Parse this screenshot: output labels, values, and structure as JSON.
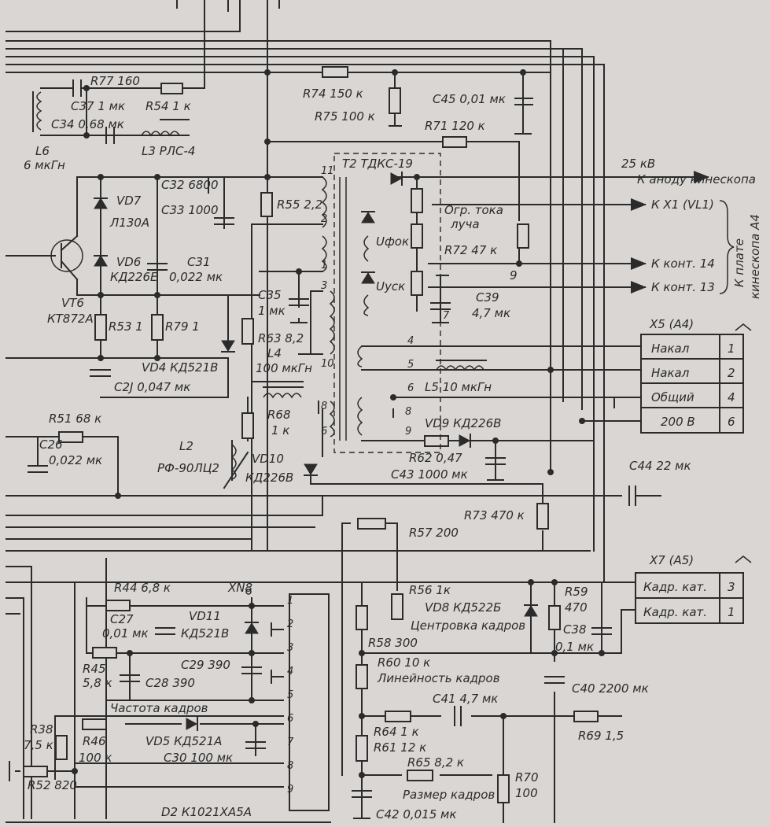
{
  "labels": {
    "r77": "R77  160",
    "c37": "C37  1 мк",
    "r54": "R54  1 к",
    "c34": "C34  0,68 мк",
    "l3": "L3  РЛС-4",
    "l6": "L6",
    "l6v": "6 мкГн",
    "r74": "R74  150 к",
    "r75": "R75  100 к",
    "c45": "C45  0,01 мк",
    "r71": "R71  120 к",
    "t2": "T2   ТДКС-19",
    "kv": "25 кВ",
    "anode": "К аноду кинескопа",
    "x1": "К X1 (VL1)",
    "k14": "К конт. 14",
    "k13": "К конт. 13",
    "plate": "К плате",
    "kin": "кинескопа А4",
    "limit1": "Огр. тока",
    "limit2": "луча",
    "r72": "R72  47 к",
    "ufok": "Uфок",
    "uusk": "Uуск",
    "c39": "C39",
    "c39v": "4,7 мк",
    "vd7": "VD7",
    "vd7v": "Л130А",
    "c32": "C32  6800",
    "c33": "C33  1000",
    "vd6": "VD6",
    "vd6v": "КД226Е",
    "c31": "C31",
    "c31v": "0,022 мк",
    "vt6": "VT6",
    "vt6v": "КТ872А",
    "r53": "R53  1",
    "r79": "R79  1",
    "vd4": "VD4  КД521В",
    "c23": "C2J  0,047 мк",
    "r55": "R55  2,2",
    "c35": "C35",
    "c35v": "1 мк",
    "r63": "R63  8,2",
    "l4": "L4",
    "l4v": "100 мкГн",
    "r68": "R68",
    "r68v": "1 к",
    "l2": "L2",
    "l2v": "РФ-90ЛЦ2",
    "vd10": "VD10",
    "vd10v": "КД226В",
    "r51": "R51  68 к",
    "c26": "C26",
    "c26v": "0,022 мк",
    "l5": "L5   10 мкГн",
    "vd9": "VD9   КД226В",
    "r62": "R62  0,47",
    "c43": "C43   1000 мк",
    "c44": "C44  22 мк",
    "r73": "R73  470 к",
    "r57": "R57  200",
    "x5": "X5 (A4)",
    "x7": "X7 (A5)",
    "r44": "R44  6,8 к",
    "xn8": "XN8",
    "c27": "C27",
    "c27v": "0,01 мк",
    "vd11": "VD11",
    "vd11v": "КД521В",
    "r45": "R45",
    "r45v": "5,8 к",
    "c28": "C28  390",
    "c29": "C29  390",
    "freq": "Частота  кадров",
    "r38": "R38",
    "r38v": "7,5 к",
    "r46": "R46",
    "r46v": "100 к",
    "vd5": "VD5   КД521А",
    "c30": "C30   100 мк",
    "r52": "R52   820",
    "d2": "D2    К1021ХА5А",
    "r56": "R56   1к",
    "vd8": "VD8  КД522Б",
    "centr": "Центровка кадров",
    "r58": "R58   300",
    "r59": "R59",
    "r59v": "470",
    "c38": "C38",
    "c38v": "0,1 мк",
    "r60": "R60   10 к",
    "lin": "Линейность кадров",
    "c40": "C40   2200 мк",
    "c41": "C41   4,7 мк",
    "r64": "R64   1 к",
    "r69": "R69   1,5",
    "r61": "R61   12 к",
    "r65": "R65   8,2 к",
    "size": "Размер кадров",
    "r70": "R70",
    "r70v": "100",
    "c42": "C42   0,015 мк",
    "n9": "9"
  },
  "t2_pins": [
    "11",
    "2",
    "1",
    "3",
    "10",
    "8",
    "6",
    "7",
    "4",
    "5",
    "6",
    "8",
    "9"
  ],
  "d2_pins": [
    "1",
    "2",
    "3",
    "4",
    "5",
    "6",
    "7",
    "8",
    "9"
  ],
  "x5_rows": [
    {
      "name": "Накал",
      "num": "1"
    },
    {
      "name": "Накал",
      "num": "2"
    },
    {
      "name": "Общий",
      "num": "4"
    },
    {
      "name": "200 В",
      "num": "6"
    }
  ],
  "x7_rows": [
    {
      "name": "Кадр. кат.",
      "num": "3"
    },
    {
      "name": "Кадр. кат.",
      "num": "1"
    }
  ]
}
